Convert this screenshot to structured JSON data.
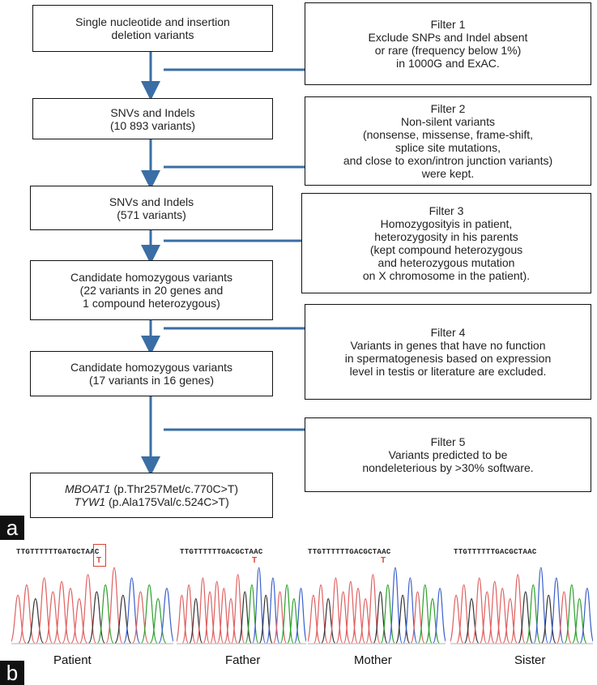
{
  "flow_left": {
    "box1": [
      "Single nucleotide and insertion",
      "deletion variants"
    ],
    "box2": [
      "SNVs and Indels",
      "(10 893 variants)"
    ],
    "box3": [
      "SNVs and Indels",
      "(571 variants)"
    ],
    "box4": [
      "Candidate homozygous variants",
      "(22 variants in 20 genes and",
      "1 compound heterozygous)"
    ],
    "box5": [
      "Candidate homozygous variants",
      "(17 variants in 16 genes)"
    ],
    "result": {
      "gene1": "MBOAT1",
      "variant1": " (p.Thr257Met/c.770C>T)",
      "gene2": "TYW1",
      "variant2": " (p.Ala175Val/c.524C>T)"
    }
  },
  "filters": {
    "filter1": [
      "Filter 1",
      "Exclude SNPs and Indel absent",
      "or rare (frequency below 1%)",
      "in 1000G and ExAC."
    ],
    "filter2": [
      "Filter 2",
      "Non-silent variants",
      "(nonsense, missense, frame-shift,",
      "splice site mutations,",
      "and close to exon/intron junction variants)",
      "were kept."
    ],
    "filter3": [
      "Filter 3",
      "Homozygosityis in patient,",
      "heterozygosity in his parents",
      "(kept compound heterozygous",
      "and heterozygous mutation",
      "on X chromosome in the patient)."
    ],
    "filter4": [
      "Filter 4",
      "Variants in genes that have no function",
      "in spermatogenesis based on expression",
      "level in testis or literature are excluded."
    ],
    "filter5": [
      "Filter 5",
      "Variants predicted to be",
      "nondeleterious by >30% software."
    ]
  },
  "panels": {
    "a": "a",
    "b": "b"
  },
  "chromatograms": {
    "patient": {
      "label": "Patient",
      "sequence": "TTGTTTTTTGATGCTAAC",
      "alt_base": "T"
    },
    "father": {
      "label": "Father",
      "sequence": "TTGTTTTTTGACGCTAAC",
      "alt_base": "T"
    },
    "mother": {
      "label": "Mother",
      "sequence": "TTGTTTTTTGACGCTAAC",
      "alt_base": "T"
    },
    "sister": {
      "label": "Sister",
      "sequence": "TTGTTTTTTGACGCTAAC",
      "alt_base": ""
    }
  },
  "colors": {
    "arrow": "#3a6ea5",
    "trace_a": "#2ca02c",
    "trace_c": "#3a5fcd",
    "trace_g": "#333333",
    "trace_t": "#e06060",
    "highlight": "#d9432f"
  }
}
